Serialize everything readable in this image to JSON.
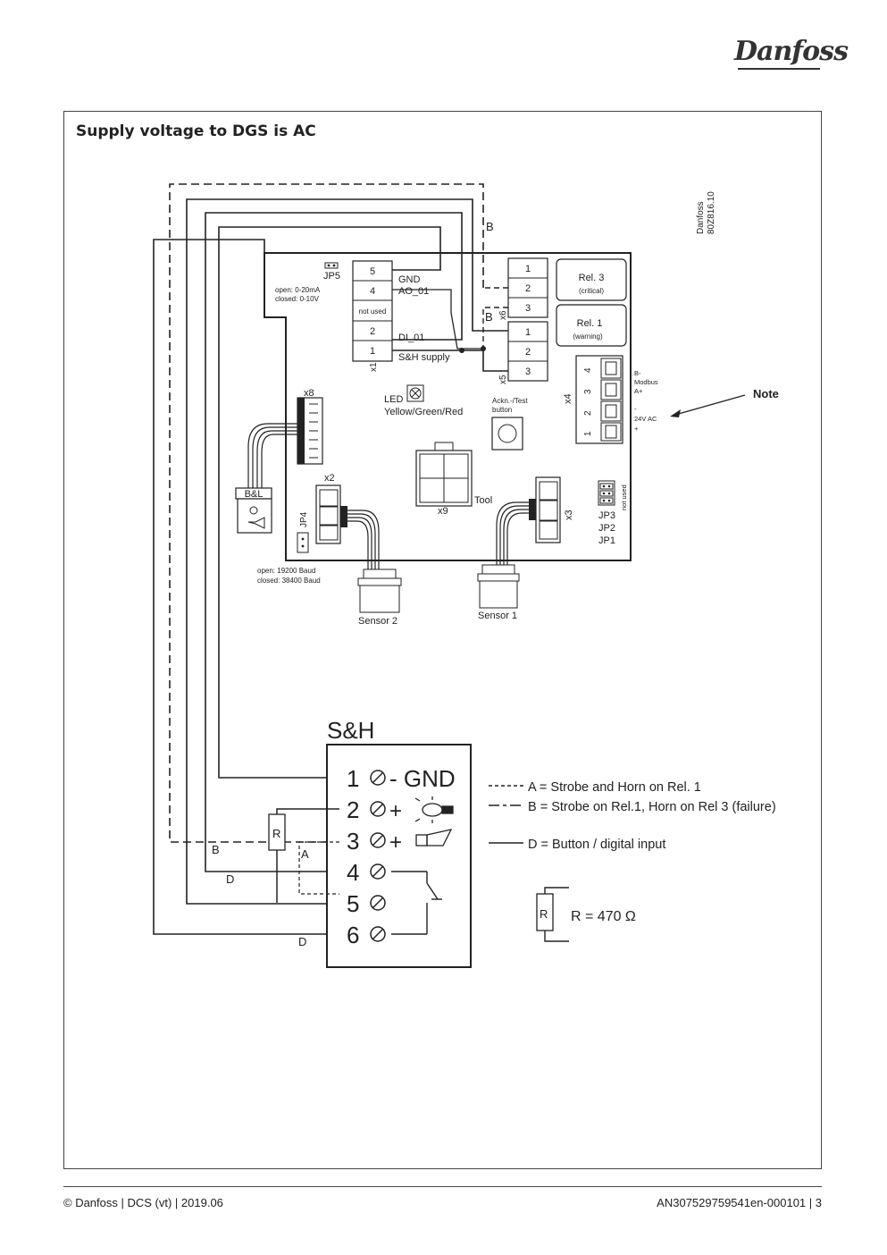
{
  "header": {
    "logo_text": "Danfoss"
  },
  "title": "Supply voltage to DGS is AC",
  "drawing_id": [
    "Danfoss",
    "80Z816.10"
  ],
  "board": {
    "jp5": "JP5",
    "jp5_open": "open: 0-20mA",
    "jp5_closed": "closed: 0-10V",
    "x1_terminals": [
      "5",
      "4",
      "not used",
      "2",
      "1"
    ],
    "x1_label": "x1",
    "gnd": "GND",
    "ao01": "AO_01",
    "di01": "DI_01",
    "sh_supply": "S&H supply",
    "x6_terminals": [
      "1",
      "2",
      "3"
    ],
    "x6_label": "x6",
    "x5_terminals": [
      "1",
      "2",
      "3"
    ],
    "x5_label": "x5",
    "rel3": "Rel. 3",
    "rel3_sub": "(critical)",
    "rel1": "Rel. 1",
    "rel1_sub": "(warning)",
    "x4_terminals": [
      "4",
      "3",
      "2",
      "1"
    ],
    "x4_label": "x4",
    "modbus": [
      "B-",
      "Modbus",
      "A+"
    ],
    "power": [
      "-",
      "24V AC",
      "+"
    ],
    "note": "Note",
    "x8_label": "x8",
    "led_label": "LED",
    "led_colors": "Yellow/Green/Red",
    "ackn": "Ackn.-/Test",
    "button": "button",
    "bl": "B&L",
    "x2_label": "x2",
    "jp4": "JP4",
    "jp4_open": "open: 19200 Baud",
    "jp4_closed": "closed: 38400 Baud",
    "tool": "Tool",
    "x9_label": "x9",
    "x3_label": "x3",
    "jp_labels": [
      "JP3",
      "JP2",
      "JP1"
    ],
    "jp_not_used": "not used",
    "sensor2": "Sensor 2",
    "sensor1": "Sensor 1",
    "wire_b_label": "B"
  },
  "sh": {
    "title": "S&H",
    "terminals": [
      "1",
      "2",
      "3",
      "4",
      "5",
      "6"
    ],
    "gnd_label": "- GND",
    "plus": "+",
    "resistor_label": "R",
    "wire_labels": {
      "b": "B",
      "a": "A",
      "d1": "D",
      "d2": "D"
    }
  },
  "legend": [
    {
      "style": "dashed",
      "text": "A = Strobe and Horn on Rel. 1"
    },
    {
      "style": "dashdot",
      "text": "B = Strobe on Rel.1, Horn on Rel 3 (failure)"
    },
    {
      "style": "solid",
      "text": "D = Button / digital input"
    }
  ],
  "resistor_legend": {
    "symbol": "R",
    "text": "R = 470 Ω"
  },
  "footer": {
    "left": "© Danfoss | DCS (vt) | 2019.06",
    "right": "AN307529759541en-000101 | 3"
  }
}
